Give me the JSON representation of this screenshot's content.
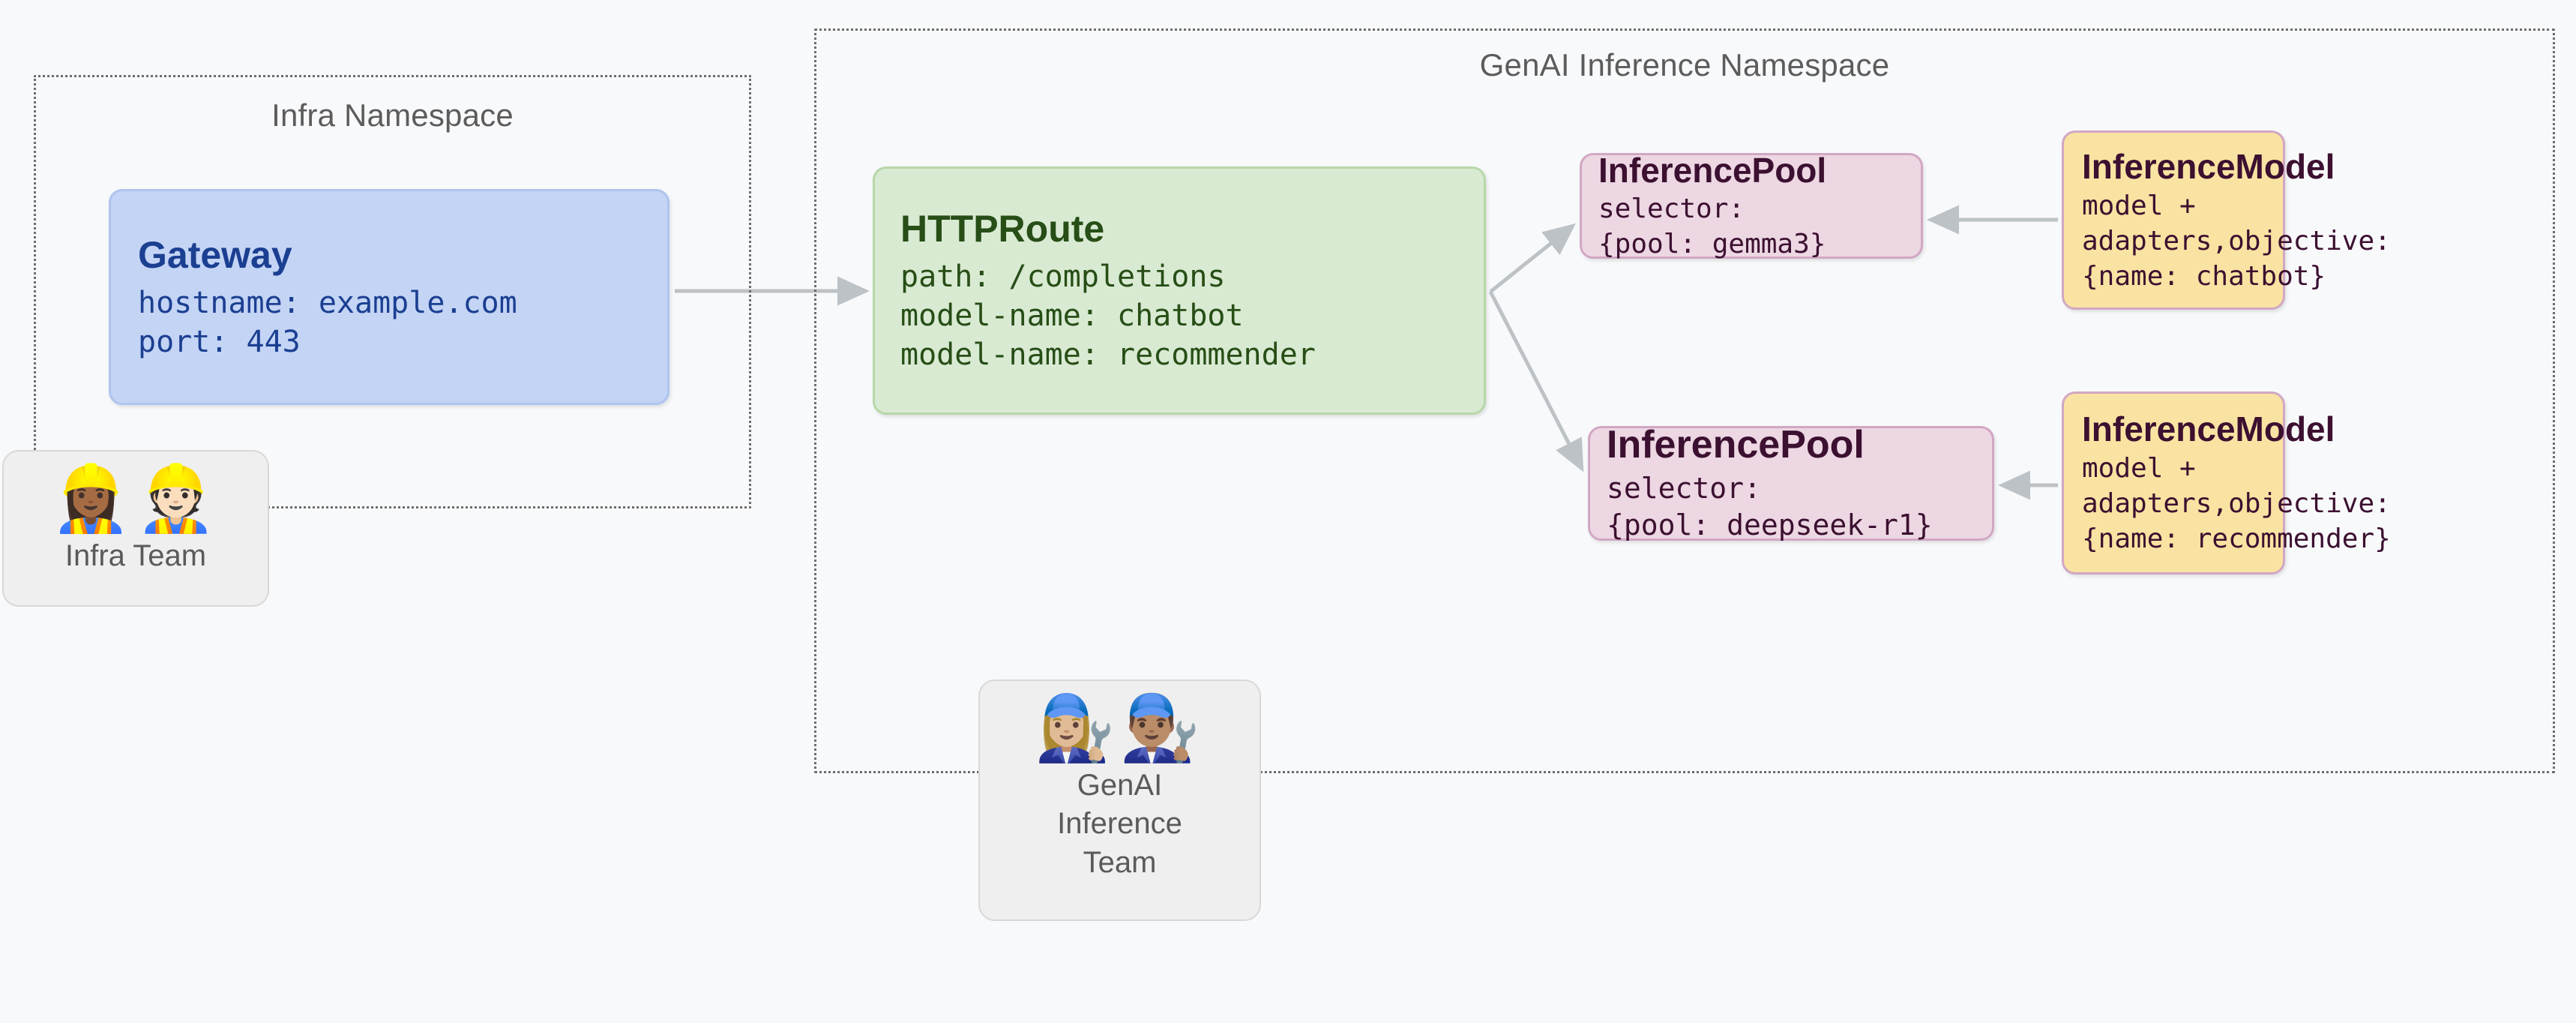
{
  "background": "#f8f9fb",
  "namespaces": [
    {
      "id": "infra",
      "title": "Infra Namespace"
    },
    {
      "id": "genai",
      "title": "GenAI Inference Namespace"
    }
  ],
  "nodes": {
    "gateway": {
      "kind": "Gateway",
      "body": "hostname: example.com\nport: 443",
      "fill": "#c3d4f5",
      "border": "#aec4f0",
      "text": "#1b3f91"
    },
    "httproute": {
      "kind": "HTTPRoute",
      "body": "path: /completions\nmodel-name: chatbot\nmodel-name: recommender",
      "fill": "#d9ead3",
      "border": "#b7d7a8",
      "text": "#274e16"
    },
    "pool1": {
      "kind": "InferencePool",
      "body": "selector:\n{pool: gemma3}",
      "fill": "#ecd7e3",
      "border": "#d2a7c3",
      "text": "#3c1030"
    },
    "pool2": {
      "kind": "InferencePool",
      "body": "selector:\n{pool: deepseek-r1}",
      "fill": "#ecd7e3",
      "border": "#d2a7c3",
      "text": "#3c1030"
    },
    "model1": {
      "kind": "InferenceModel",
      "body": "model +\nadapters,objective:\n{name: chatbot}",
      "fill": "#f9e3a2",
      "border": "#d2a7c3",
      "text": "#3c1030"
    },
    "model2": {
      "kind": "InferenceModel",
      "body": "model +\nadapters,objective:\n{name: recommender}",
      "fill": "#f9e3a2",
      "border": "#d2a7c3",
      "text": "#3c1030"
    }
  },
  "teams": [
    {
      "id": "infra",
      "emojis": "👷🏾‍♀️👷🏻",
      "label": "Infra Team"
    },
    {
      "id": "genai",
      "emojis": "👩🏼‍🔧👨🏽‍🔧",
      "label": "GenAI Inference Team"
    }
  ],
  "connectors": {
    "color": "#bcc2c6",
    "edges": [
      {
        "from": "gateway",
        "to": "httproute",
        "style": "straight-right"
      },
      {
        "from": "httproute",
        "to": "pool1",
        "style": "diagonal-up-right"
      },
      {
        "from": "httproute",
        "to": "pool2",
        "style": "diagonal-down-right"
      },
      {
        "from": "model1",
        "to": "pool1",
        "style": "straight-left"
      },
      {
        "from": "model2",
        "to": "pool2",
        "style": "straight-left"
      }
    ]
  }
}
